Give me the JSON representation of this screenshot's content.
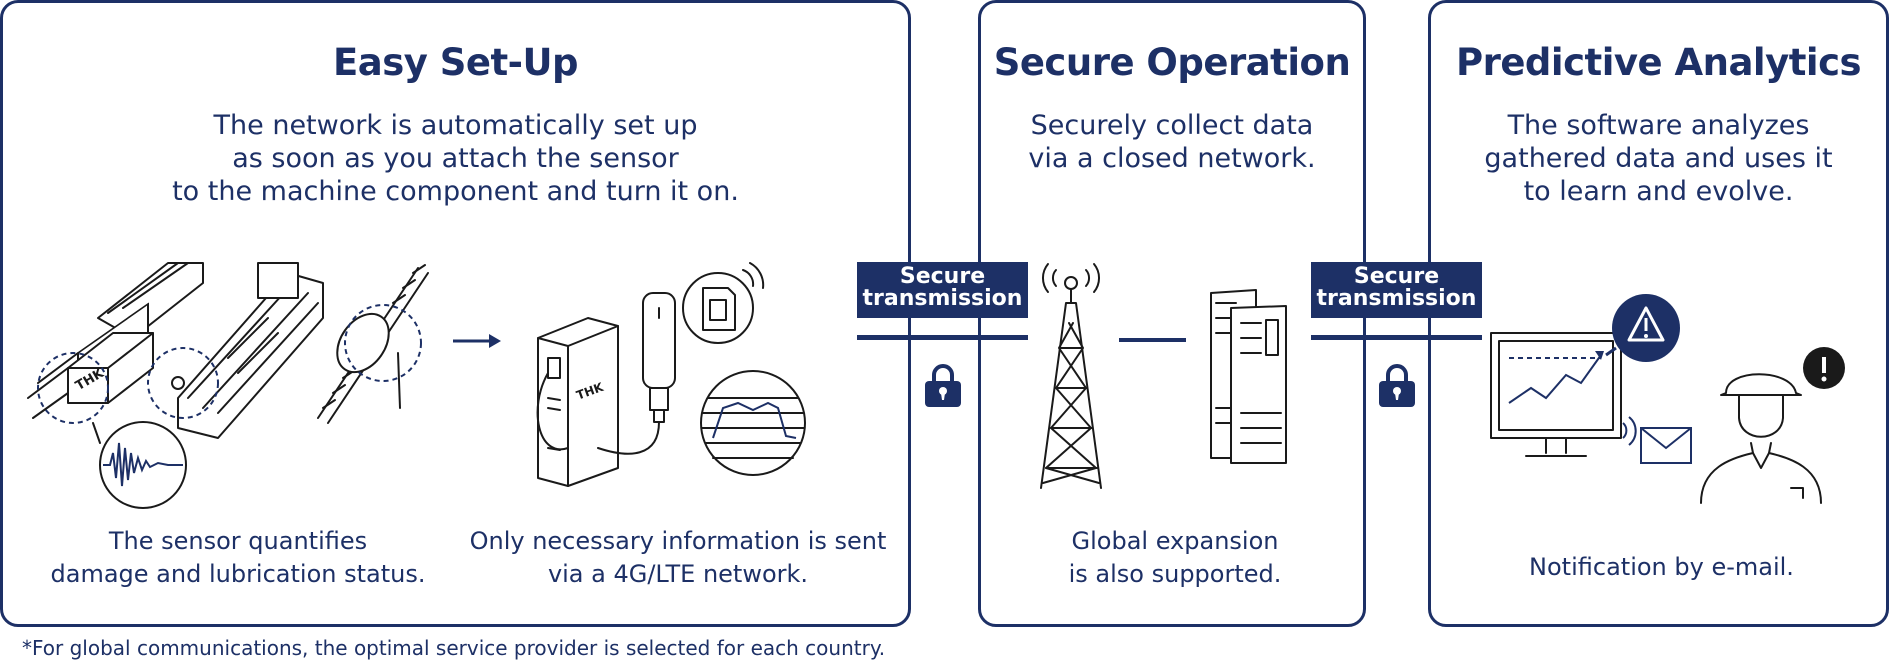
{
  "panels": {
    "setup": {
      "title": "Easy Set-Up",
      "description": "The network is automatically set up\nas soon as you attach the sensor\nto the machine component and turn it on.",
      "caption_sensor": "The sensor quantifies\ndamage and lubrication status.",
      "caption_network": "Only necessary information is sent\nvia a 4G/LTE network.",
      "device_logo": "THK"
    },
    "secure": {
      "title": "Secure Operation",
      "description": "Securely collect data\nvia a closed network.",
      "caption": "Global expansion\nis also supported."
    },
    "analytics": {
      "title": "Predictive Analytics",
      "description": "The software analyzes\ngathered data and uses it\nto learn and evolve.",
      "caption": "Notification by e-mail."
    }
  },
  "connectors": [
    {
      "label": "Secure\ntransmission"
    },
    {
      "label": "Secure\ntransmission"
    }
  ],
  "footnote": "*For global communications, the optimal service provider is selected for each country.",
  "colors": {
    "accent": "#1d3066",
    "line_art": "#1a1a1a",
    "background": "#ffffff"
  }
}
